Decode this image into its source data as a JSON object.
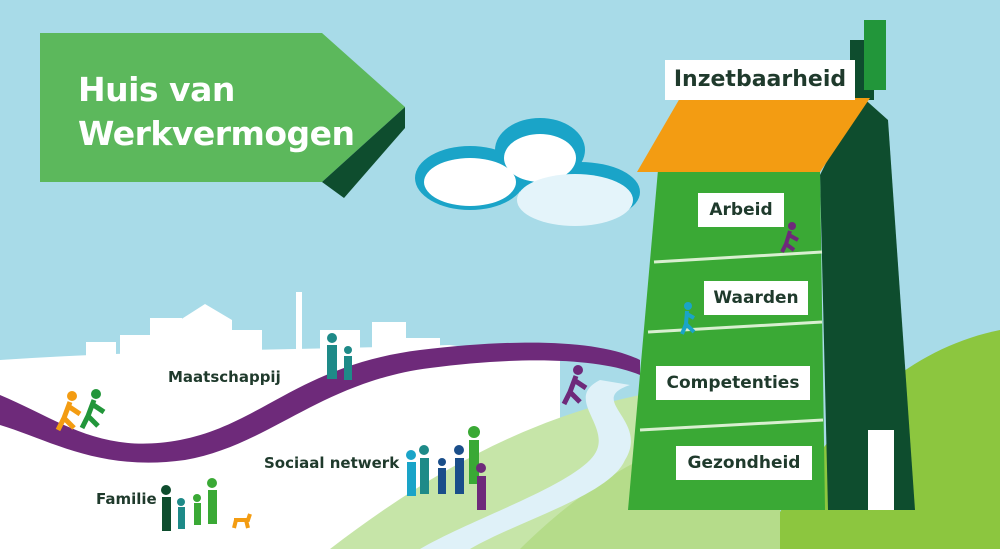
{
  "title": {
    "line1": "Huis van",
    "line2": "Werkvermogen"
  },
  "roof": {
    "label": "Inzetbaarheid"
  },
  "floors": [
    {
      "label": "Arbeid"
    },
    {
      "label": "Waarden"
    },
    {
      "label": "Competenties"
    },
    {
      "label": "Gezondheid"
    }
  ],
  "scene": {
    "maatschappij": "Maatschappij",
    "sociaal_netwerk": "Sociaal netwerk",
    "familie": "Familie"
  },
  "colors": {
    "sky": "#a8dbe8",
    "banner": "#5cb85c",
    "house_front": "#3aa935",
    "house_side": "#0e4d2e",
    "roof": "#f39c12",
    "path": "#6e2a7a",
    "hill": "#8cc63f"
  }
}
